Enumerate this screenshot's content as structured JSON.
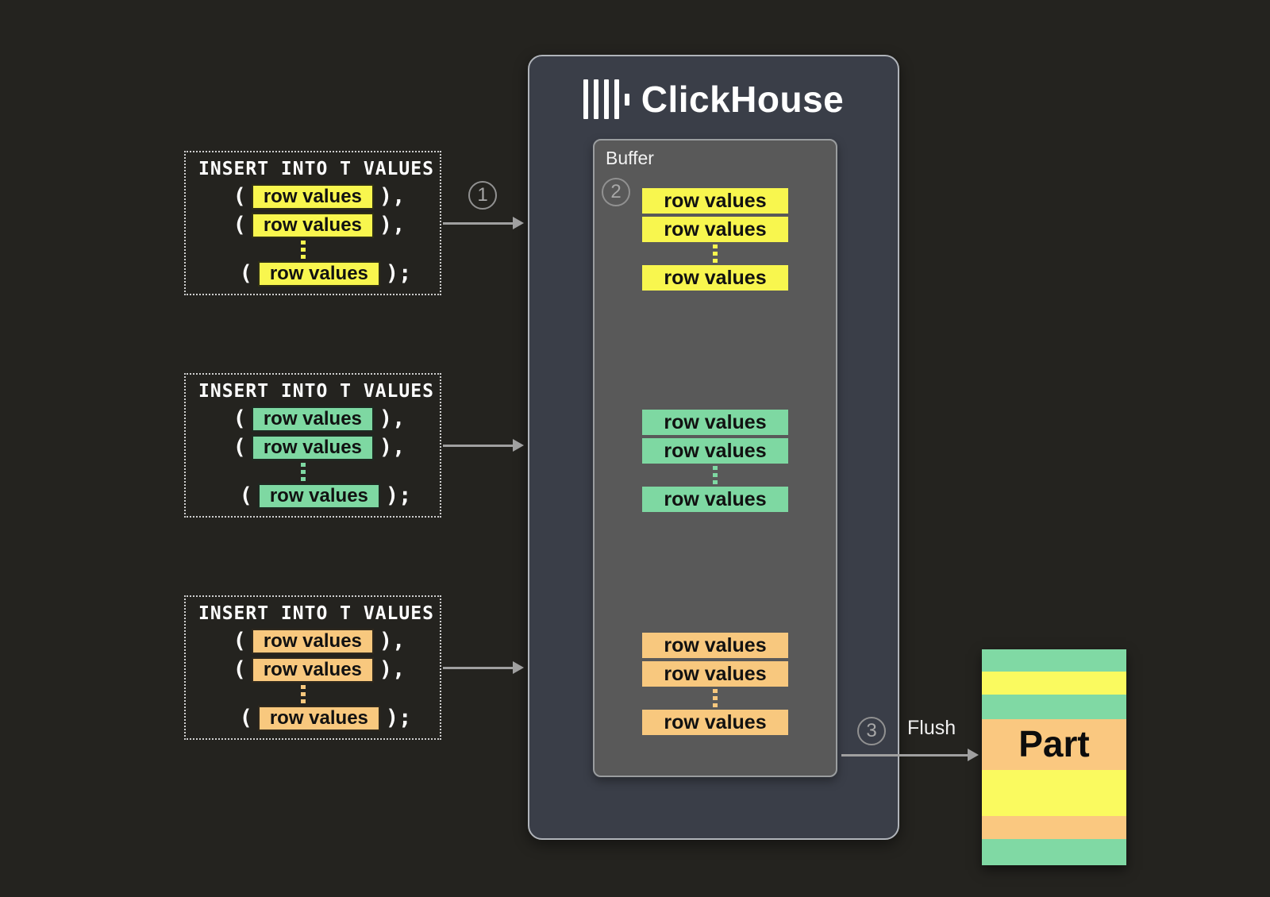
{
  "inserts": [
    {
      "title": "INSERT INTO T VALUES",
      "color": "#F8F64E",
      "rows": [
        {
          "open": "(",
          "label": "row values",
          "close": "),"
        },
        {
          "open": "(",
          "label": "row values",
          "close": "),"
        },
        {
          "open": "(",
          "label": "row values",
          "close": ");"
        }
      ]
    },
    {
      "title": "INSERT INTO T VALUES",
      "color": "#7ED8A2",
      "rows": [
        {
          "open": "(",
          "label": "row values",
          "close": "),"
        },
        {
          "open": "(",
          "label": "row values",
          "close": "),"
        },
        {
          "open": "(",
          "label": "row values",
          "close": ");"
        }
      ]
    },
    {
      "title": "INSERT INTO T VALUES",
      "color": "#F8C87E",
      "rows": [
        {
          "open": "(",
          "label": "row values",
          "close": "),"
        },
        {
          "open": "(",
          "label": "row values",
          "close": "),"
        },
        {
          "open": "(",
          "label": "row values",
          "close": ");"
        }
      ]
    }
  ],
  "markers": [
    "1",
    "2",
    "3"
  ],
  "clickhouse": {
    "title": "ClickHouse",
    "buffer": {
      "label": "Buffer",
      "groups": [
        {
          "color": "#F8F64E",
          "rows": [
            "row values",
            "row values",
            "row values"
          ]
        },
        {
          "color": "#7ED8A2",
          "rows": [
            "row values",
            "row values",
            "row values"
          ]
        },
        {
          "color": "#F8C87E",
          "rows": [
            "row values",
            "row values",
            "row values"
          ]
        }
      ]
    }
  },
  "flush": {
    "label": "Flush"
  },
  "part": {
    "label": "Part",
    "stripes": [
      {
        "color": "#80D9A4",
        "weight": "28"
      },
      {
        "color": "#FAFA5F",
        "weight": "29"
      },
      {
        "color": "#80D9A4",
        "weight": "31"
      },
      {
        "color": "#FAC880",
        "weight": "64"
      },
      {
        "color": "#FAFA5F",
        "weight": "58"
      },
      {
        "color": "#FAC880",
        "weight": "29"
      },
      {
        "color": "#80D9A4",
        "weight": "33"
      }
    ]
  }
}
